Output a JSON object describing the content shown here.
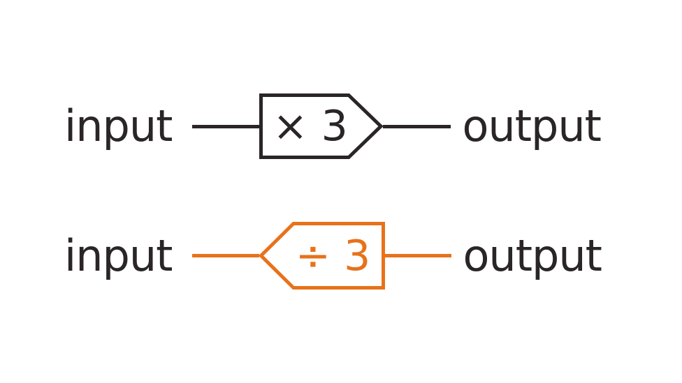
{
  "diagram": {
    "description": "Two function machine diagrams",
    "background_color": "#ffffff",
    "colors": {
      "ink": "#2a2526",
      "accent_orange": "#e7721b"
    },
    "machines": [
      {
        "id": "multiply",
        "input_label": "input",
        "operation": "× 3",
        "output_label": "output",
        "arrow_direction": "right",
        "color": "#2a2526"
      },
      {
        "id": "divide",
        "input_label": "input",
        "operation": "÷ 3",
        "output_label": "output",
        "arrow_direction": "left",
        "color": "#e7721b"
      }
    ]
  }
}
